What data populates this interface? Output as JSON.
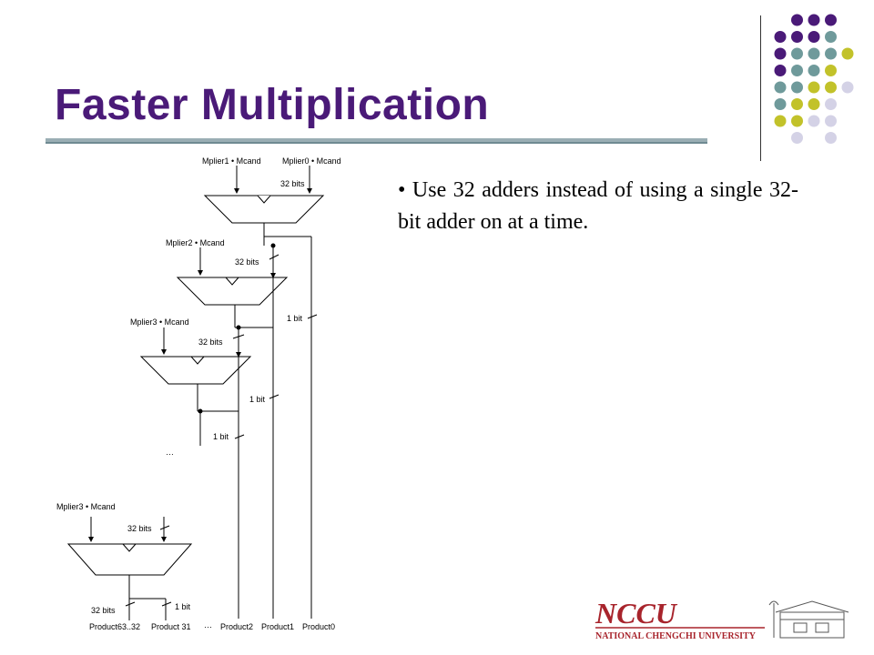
{
  "slide": {
    "title": "Faster Multiplication",
    "bullet": "• Use 32 adders instead of using a single 32-bit adder on at a time."
  },
  "diagram": {
    "stage1": {
      "mcand_a": "Mplier1 • Mcand",
      "mcand_b": "Mplier0 • Mcand",
      "width_label": "32 bits"
    },
    "stage2": {
      "mcand": "Mplier2 • Mcand",
      "width_label": "32 bits",
      "bit_label": "1 bit"
    },
    "stage3": {
      "mcand": "Mplier3 • Mcand",
      "width_label": "32 bits",
      "bit_label": "1 bit"
    },
    "stage4": {
      "bit_label": "1 bit"
    },
    "ellipsis": "…",
    "last_stage": {
      "mcand": "Mplier3 • Mcand",
      "width_label": "32 bits",
      "out_width": "32 bits",
      "out_bit": "1 bit"
    },
    "outputs": [
      "Product63..32",
      "Product 31",
      "···",
      "Product2",
      "Product1",
      "Product0"
    ]
  },
  "logo": {
    "script_text": "NCCU",
    "university": "NATIONAL CHENGCHI UNIVERSITY"
  },
  "colors": {
    "title": "#4a1a78",
    "dot_purple": "#4a1a78",
    "dot_teal": "#6f9a9b",
    "dot_olive": "#c2c22a",
    "dot_lavender": "#d4d2e6",
    "logo_red": "#a8242c"
  }
}
